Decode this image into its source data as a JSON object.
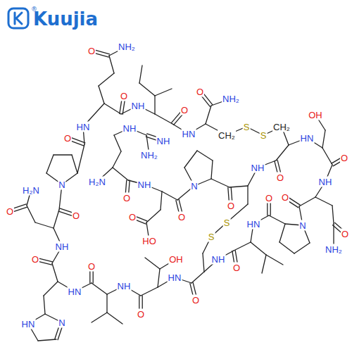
{
  "diagram": {
    "labels": [
      "Kuujia",
      "®",
      "NH₂",
      "O",
      "O",
      "O",
      "NH₂",
      "NH",
      "O",
      "OH",
      "HN",
      "S",
      "NH",
      "CH₂",
      "CH₂",
      "HN",
      "S",
      "HN",
      "O",
      "NH",
      "NH₂",
      "O",
      "NH",
      "O",
      "NH",
      "H₂N",
      "N",
      "NH",
      "H₂N",
      "N",
      "O",
      "O",
      "O",
      "O",
      "O",
      "O",
      "O",
      "O",
      "N",
      "HN",
      "O",
      "S",
      "S",
      "HO",
      "NH",
      "NH₂",
      "NH",
      "O",
      "OH",
      "O",
      "O",
      "HN",
      "NH",
      "HN",
      "O",
      "O",
      "N",
      "HN"
    ]
  }
}
